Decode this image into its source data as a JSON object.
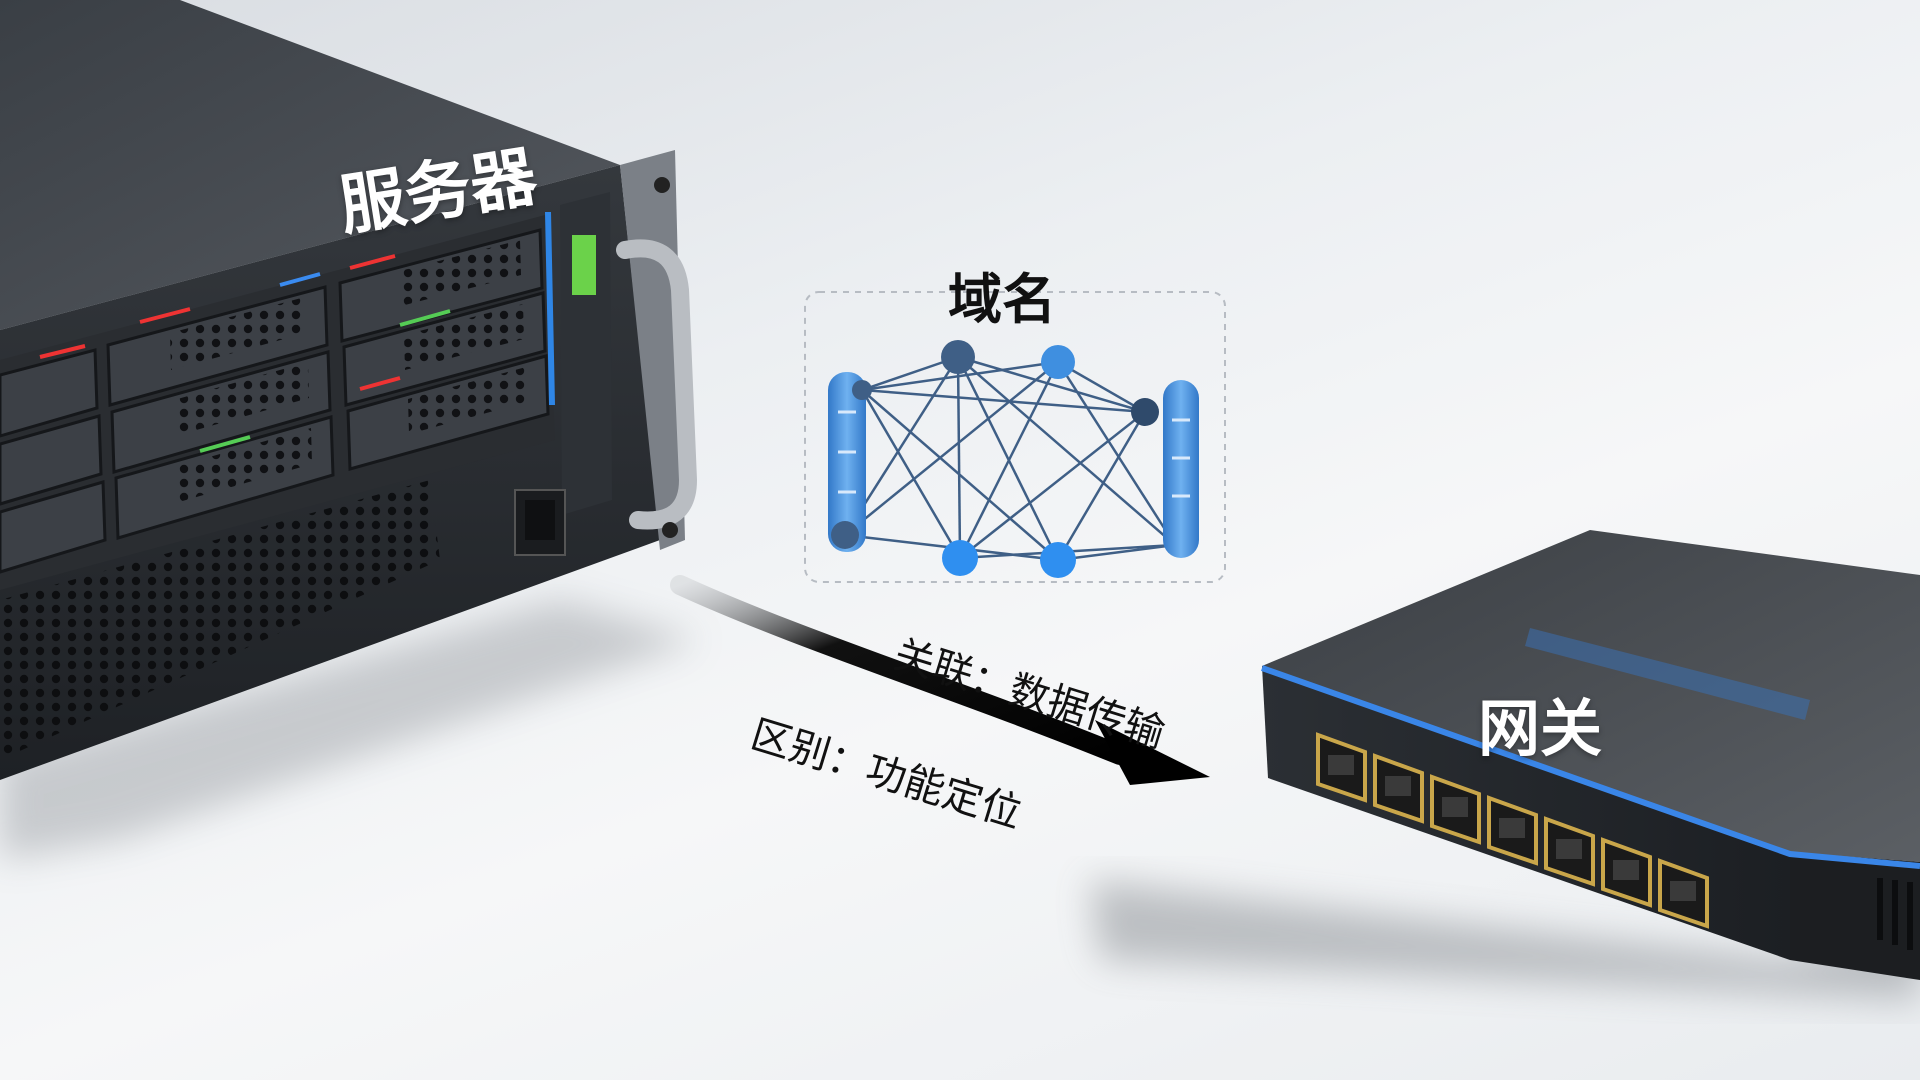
{
  "labels": {
    "server": "服务器",
    "domain": "域名",
    "gateway": "网关",
    "relation": "关联：数据传输",
    "difference": "区别：功能定位"
  },
  "icons": {
    "server": "server-rack-icon",
    "domain": "network-graph-icon",
    "gateway": "network-switch-icon",
    "flow": "arrow-icon"
  },
  "colors": {
    "accent_blue": "#3f8fe0",
    "node_dark": "#3f5f86",
    "device_dark": "#2b2f34",
    "label_dark": "#111111"
  }
}
